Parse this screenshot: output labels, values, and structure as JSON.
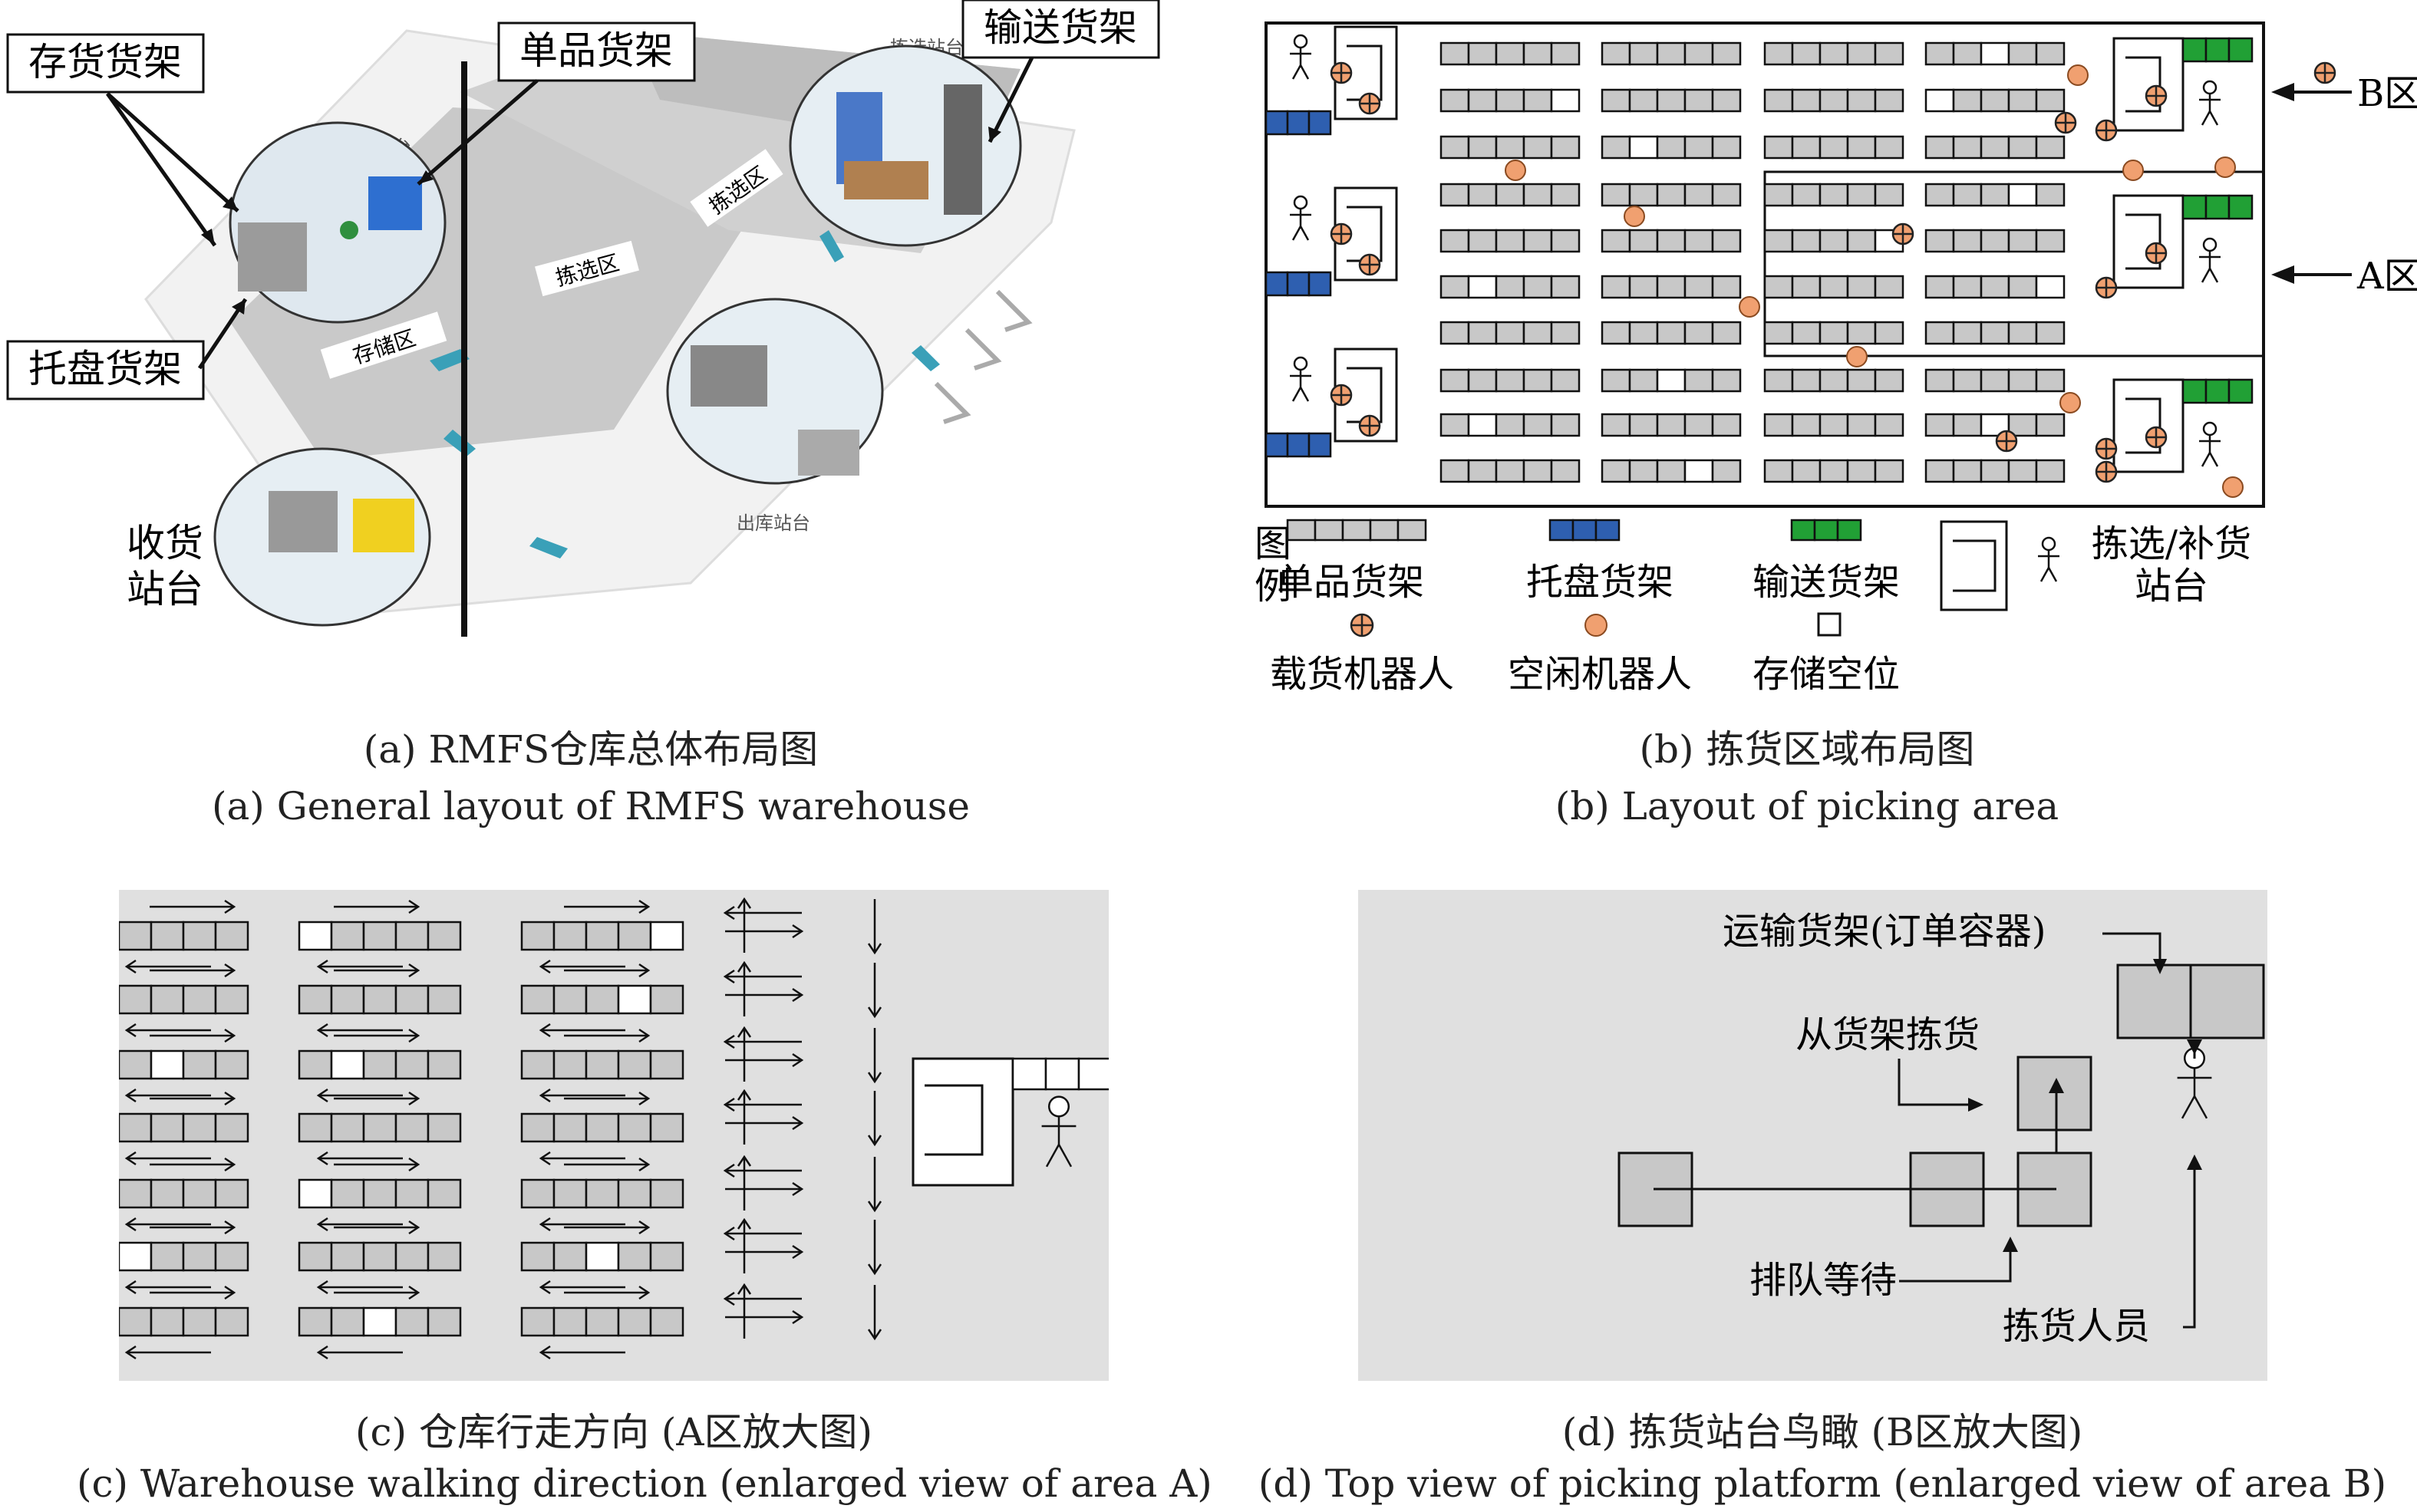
{
  "panel_a": {
    "callouts": {
      "inventory_rack": "存货货架",
      "single_item_rack": "单品货架",
      "conveyor_rack": "输送货架",
      "pallet_rack": "托盘货架",
      "receiving_station": [
        "收货",
        "站台"
      ]
    },
    "floor_labels": {
      "replenish_station": "补货站台",
      "picking_station": "拣选站台",
      "picking_zone_1": "拣选区",
      "picking_zone_2": "拣选区",
      "storage_zone": "存储区",
      "outbound_station": "出库站台"
    },
    "caption_cn": "(a) RMFS仓库总体布局图",
    "caption_en": "(a) General layout of RMFS warehouse"
  },
  "panel_b": {
    "zone_b": "B区",
    "zone_a": "A区",
    "legend_title": [
      "图",
      "例"
    ],
    "legend": {
      "single_rack": "单品货架",
      "pallet_rack": "托盘货架",
      "conveyor_rack": "输送货架",
      "station": [
        "拣选/补货",
        "站台"
      ],
      "loaded_robot": "载货机器人",
      "idle_robot": "空闲机器人",
      "empty_slot": "存储空位"
    },
    "caption_cn": "(b) 拣货区域布局图",
    "caption_en": "(b) Layout of picking area"
  },
  "panel_c": {
    "caption_cn": "(c) 仓库行走方向 (A区放大图)",
    "caption_en": "(c) Warehouse walking direction (enlarged view of area A)"
  },
  "panel_d": {
    "labels": {
      "transport_rack": "运输货架(订单容器)",
      "pick_from_rack": "从货架拣货",
      "queue_wait": "排队等待",
      "picker": "拣货人员"
    },
    "caption_cn": "(d) 拣货站台鸟瞰 (B区放大图)",
    "caption_en": "(d) Top view of picking platform (enlarged view of area B)"
  },
  "colors": {
    "rack_gray": "#c8c8c8",
    "pallet_blue": "#2e5fb0",
    "conveyor_green": "#21a035",
    "robot_orange": "#f0a070",
    "panel_bg": "#e0e0e0"
  }
}
